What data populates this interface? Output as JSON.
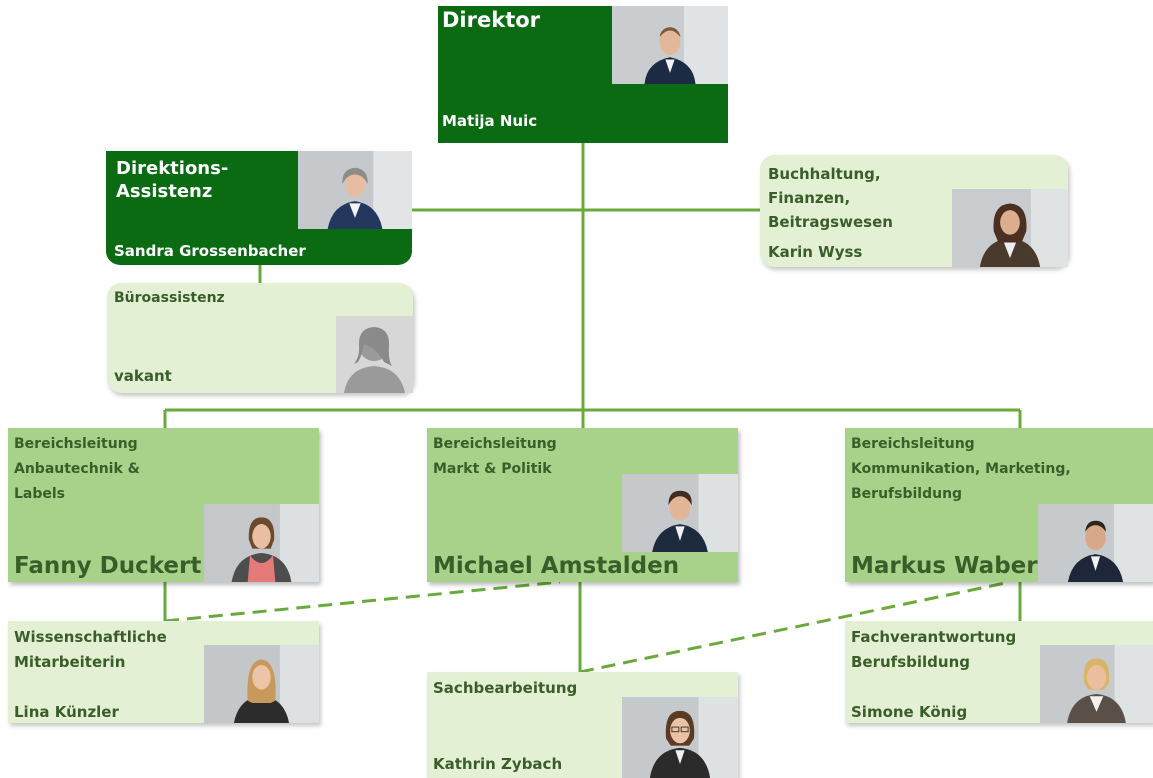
{
  "director": {
    "title": "Direktor",
    "name": "Matija Nuic"
  },
  "assistant": {
    "title": "Direktions-\nAssistenz",
    "name": "Sandra Grossenbacher"
  },
  "office": {
    "title": "Büroassistenz",
    "name": "vakant"
  },
  "accounting": {
    "title": "Buchhaltung,\nFinanzen,\nBeitragswesen",
    "name": "Karin Wyss"
  },
  "dept_tech": {
    "title": "Bereichsleitung\nAnbautechnik &\nLabels",
    "name": "Fanny Duckert"
  },
  "dept_market": {
    "title": "Bereichsleitung\nMarkt & Politik",
    "name": "Michael Amstalden"
  },
  "dept_comm": {
    "title": "Bereichsleitung\nKommunikation, Marketing,\nBerufsbildung",
    "name": "Markus Waber"
  },
  "scientist": {
    "title": "Wissenschaftliche\nMitarbeiterin",
    "name": "Lina Künzler"
  },
  "clerk": {
    "title": "Sachbearbeitung",
    "name": "Kathrin Zybach"
  },
  "training": {
    "title": "Fachverantwortung\nBerufsbildung",
    "name": "Simone König"
  },
  "colors": {
    "dark_green": "#0a6b12",
    "mid_green": "#a8d28a",
    "light_green": "#e3f0d4",
    "line_green": "#6aaa3c"
  }
}
